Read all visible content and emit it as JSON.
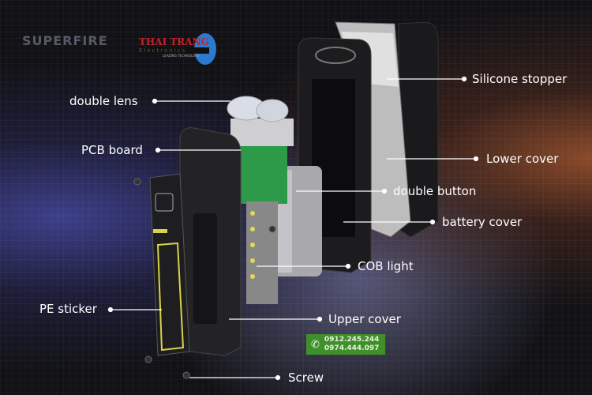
{
  "brand": {
    "superfire": "SUPERFIRE",
    "dealer_logo": "THAI TRANG",
    "dealer_sub": "Electronics",
    "dealer_tagline": "LEADING TECHNOLOGY"
  },
  "contact": {
    "icon": "phone-icon",
    "phones": [
      "0912.245.244",
      "0974.444.097"
    ]
  },
  "labels": {
    "double_lens": "double lens",
    "pcb_board": "PCB board",
    "pe_sticker": "PE sticker",
    "silicone_stopper": "Silicone stopper",
    "lower_cover": "Lower cover",
    "double_button": "double button",
    "battery_cover": "battery cover",
    "cob_light": "COB light",
    "upper_cover": "Upper cover",
    "screw": "Screw"
  }
}
